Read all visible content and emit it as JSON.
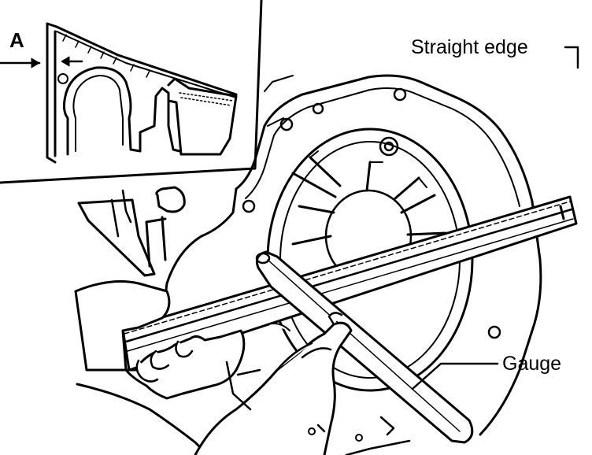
{
  "labels": {
    "straight_edge": "Straight edge",
    "gauge": "Gauge",
    "inset_marker": "A"
  },
  "colors": {
    "ink": "#000000",
    "paper": "#ffffff"
  }
}
